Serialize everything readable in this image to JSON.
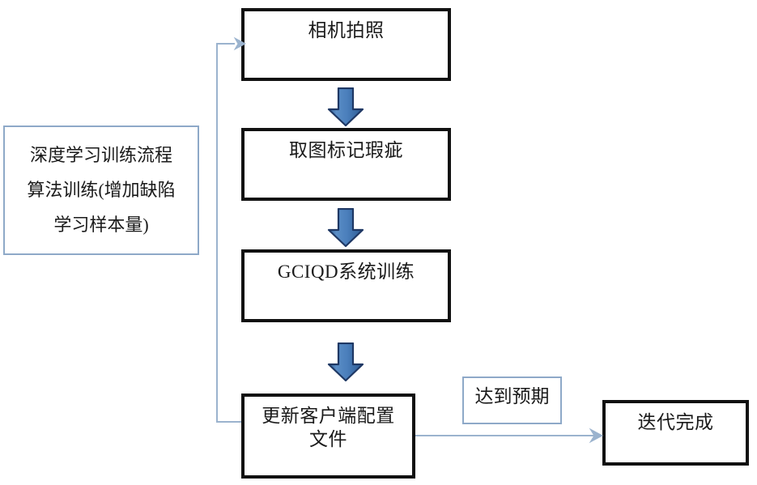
{
  "diagram": {
    "title_text": "深度学习训练流程",
    "type": "flowchart",
    "colors": {
      "box_border": "#111111",
      "note_border": "#8ea9c8",
      "arrow_fill": "#4a7ebb",
      "arrow_outline": "#1f3864",
      "connector": "#9bb3ce",
      "text": "#1a1a1a",
      "background": "#ffffff"
    },
    "notes": [
      {
        "id": "note-left",
        "line1": "深度学习训练流程",
        "line2": "算法训练(增加缺陷",
        "line3": "学习样本量)",
        "text": "深度学习训练流程\n算法训练(增加缺陷\n学习样本量)"
      },
      {
        "id": "note-expected",
        "text": "达到预期"
      }
    ],
    "steps": [
      {
        "id": "step-camera",
        "order": 1,
        "text": "相机拍照"
      },
      {
        "id": "step-mark",
        "order": 2,
        "text": "取图标记瑕疵"
      },
      {
        "id": "step-train",
        "order": 3,
        "text": "GCIQD系统训练"
      },
      {
        "id": "step-update",
        "order": 4,
        "text": "更新客户端配置\n文件"
      },
      {
        "id": "step-done",
        "order": 5,
        "text": "迭代完成"
      }
    ],
    "arrows": [
      {
        "id": "arrow-1",
        "kind": "block-down",
        "from": "step-camera",
        "to": "step-mark"
      },
      {
        "id": "arrow-2",
        "kind": "block-down",
        "from": "step-mark",
        "to": "step-train"
      },
      {
        "id": "arrow-3",
        "kind": "block-down",
        "from": "step-train",
        "to": "step-update"
      },
      {
        "id": "arrow-feedback",
        "kind": "line-loop",
        "from": "step-update",
        "to": "step-camera",
        "label": ""
      },
      {
        "id": "arrow-to-done",
        "kind": "line-right",
        "from": "step-update",
        "to": "step-done",
        "label": "达到预期"
      }
    ]
  }
}
